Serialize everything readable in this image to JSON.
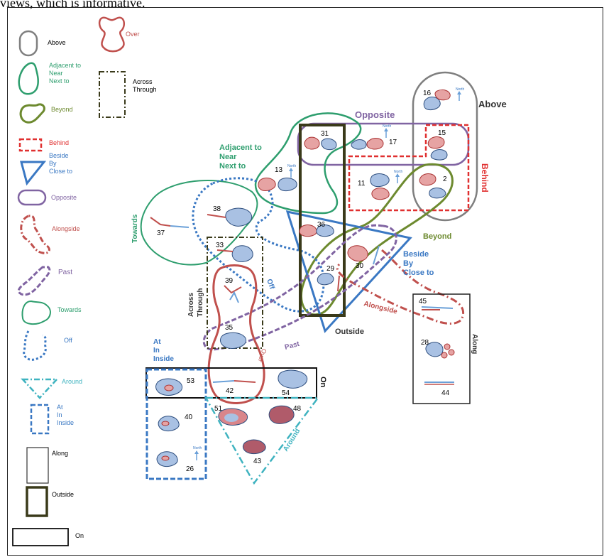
{
  "caption_fragment": "views, which is informative.",
  "colors": {
    "gray": "#7f7f7f",
    "red": "#c0504d",
    "green": "#2e9e6e",
    "olive": "#6d8a2f",
    "purple": "#8064a2",
    "blue": "#3a78c3",
    "teal": "#3fb3c0",
    "darkolive": "#3a3a1a",
    "stone_fill": "#a9c1e3",
    "red_fill": "#e6a3a3"
  },
  "legend": {
    "above": "Above",
    "adjacent": [
      "Adjacent to",
      "Near",
      "Next to"
    ],
    "beyond": "Beyond",
    "behind": "Behind",
    "beside": [
      "Beside",
      "By",
      "Close to"
    ],
    "opposite": "Opposite",
    "alongside": "Alongside",
    "past": "Past",
    "towards": "Towards",
    "off": "Off",
    "around": "Around",
    "at": [
      "At",
      "In",
      "Inside"
    ],
    "along": "Along",
    "outside": "Outside",
    "on": "On",
    "over": "Over",
    "across": [
      "Across",
      "Through"
    ]
  },
  "map_labels": {
    "above": "Above",
    "opposite": "Opposite",
    "behind": "Behind",
    "adjacent": [
      "Adjacent to",
      "Near",
      "Next to"
    ],
    "towards": "Towards",
    "beyond": "Beyond",
    "beside": [
      "Beside",
      "By",
      "Close to"
    ],
    "off": "Off",
    "across": [
      "Across",
      "Through"
    ],
    "alongside": "Alongside",
    "outside": "Outside",
    "past": "Past",
    "over": "Over",
    "at": [
      "At",
      "In",
      "Inside"
    ],
    "on": "On",
    "along": "Along",
    "around": "Around",
    "north": "North"
  },
  "stones": [
    "16",
    "15",
    "31",
    "17",
    "13",
    "11",
    "2",
    "38",
    "37",
    "36",
    "33",
    "30",
    "29",
    "39",
    "45",
    "35",
    "28",
    "53",
    "42",
    "54",
    "44",
    "40",
    "51",
    "48",
    "43",
    "26"
  ]
}
